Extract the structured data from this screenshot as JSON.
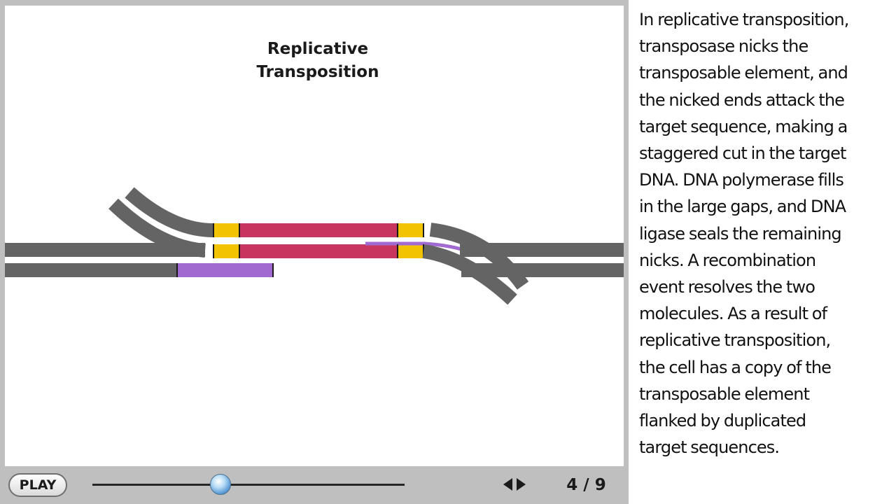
{
  "animation": {
    "title_lines": [
      "Replicative",
      "Transposition"
    ]
  },
  "controls": {
    "play_label": "PLAY",
    "page_counter": "4 / 9",
    "current_step": 4,
    "total_steps": 9,
    "scrubber_position": 0.41
  },
  "narration": {
    "lines": [
      "In replicative transposition,",
      "transposase nicks the",
      "transposable element, and",
      "the nicked ends attack the",
      "target sequence, making a",
      "staggered cut in the target",
      "DNA. DNA polymerase fills",
      "in the large gaps, and DNA",
      "ligase seals the remaining",
      "nicks. A recombination",
      "event resolves the two",
      "molecules. As a result of",
      "replicative transposition,",
      "the cell has a copy of the",
      "transposable element",
      "flanked by duplicated",
      "target sequences."
    ]
  },
  "colors": {
    "dna_strand": "#646464",
    "transposon": "#c8355f",
    "target_sequence": "#f2c300",
    "new_dna": "#a06ad0",
    "frame": "#bfbfbf"
  }
}
